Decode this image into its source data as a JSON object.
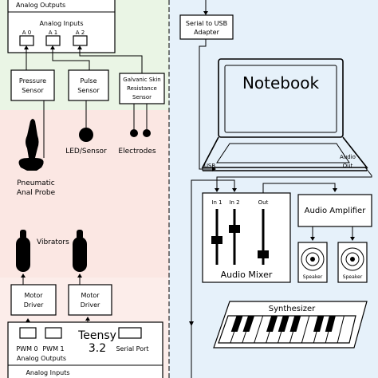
{
  "colors": {
    "green_zone": "#eaf5e5",
    "pink_zone": "#fbe7e3",
    "blue_zone": "#e6f1fa",
    "line": "#000000"
  },
  "teensy_top": {
    "analog_outputs": "Analog Outputs",
    "analog_inputs": "Analog Inputs",
    "pins": [
      "A 0",
      "A 1",
      "A 2"
    ]
  },
  "sensors": {
    "pressure": [
      "Pressure",
      "Sensor"
    ],
    "pulse": [
      "Pulse",
      "Sensor"
    ],
    "gsr": [
      "Galvanic Skin",
      "Resistance",
      "Sensor"
    ]
  },
  "devices": {
    "probe": [
      "Pneumatic",
      "Anal Probe"
    ],
    "led": "LED/Sensor",
    "electrodes": "Electrodes",
    "vibrators": "Vibrators"
  },
  "motor_drivers": [
    [
      "Motor",
      "Driver"
    ],
    [
      "Motor",
      "Driver"
    ]
  ],
  "teensy_bottom": {
    "name": [
      "Teensy",
      "3.2"
    ],
    "pwm0": "PWM 0",
    "pwm1": "PWM 1",
    "serial_port": "Serial Port",
    "analog_outputs": "Analog Outputs",
    "analog_inputs": "Analog Inputs"
  },
  "adapter": [
    "Serial to USB",
    "Adapter"
  ],
  "notebook": {
    "title": "Notebook",
    "usb": "USB",
    "audio_out": [
      "Audio",
      "Out"
    ]
  },
  "mixer": {
    "in1": "In 1",
    "in2": "In 2",
    "out": "Out",
    "title": "Audio Mixer"
  },
  "amplifier": {
    "title": "Audio Amplifier",
    "speaker": "Speaker"
  },
  "synth": {
    "title": "Synthesizer"
  }
}
